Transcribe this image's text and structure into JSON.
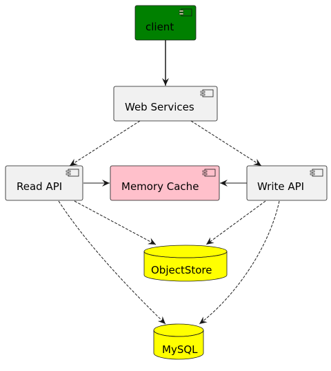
{
  "components": {
    "client": {
      "label": "client",
      "fill": "#008000"
    },
    "web_services": {
      "label": "Web Services",
      "fill": "#f1f1f1"
    },
    "read_api": {
      "label": "Read API",
      "fill": "#f1f1f1"
    },
    "memory_cache": {
      "label": "Memory Cache",
      "fill": "#ffc0cb"
    },
    "write_api": {
      "label": "Write API",
      "fill": "#f1f1f1"
    }
  },
  "databases": {
    "object_store": {
      "label": "ObjectStore",
      "fill": "#ffff00"
    },
    "mysql": {
      "label": "MySQL",
      "fill": "#ffff00"
    }
  },
  "connections": [
    {
      "from": "client",
      "to": "web_services",
      "style": "solid"
    },
    {
      "from": "web_services",
      "to": "read_api",
      "style": "dashed"
    },
    {
      "from": "web_services",
      "to": "write_api",
      "style": "dashed"
    },
    {
      "from": "read_api",
      "to": "memory_cache",
      "style": "solid"
    },
    {
      "from": "write_api",
      "to": "memory_cache",
      "style": "solid"
    },
    {
      "from": "read_api",
      "to": "object_store",
      "style": "dashed"
    },
    {
      "from": "write_api",
      "to": "object_store",
      "style": "dashed"
    },
    {
      "from": "read_api",
      "to": "mysql",
      "style": "dashed"
    },
    {
      "from": "write_api",
      "to": "mysql",
      "style": "dashed"
    }
  ]
}
